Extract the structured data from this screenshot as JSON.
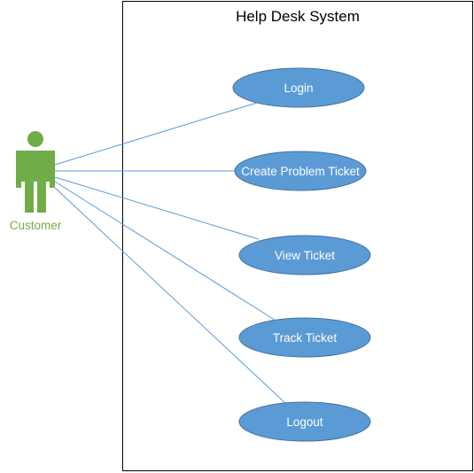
{
  "system": {
    "title": "Help Desk System"
  },
  "actor": {
    "name": "Customer",
    "color": "#70ad47"
  },
  "use_cases": [
    {
      "id": "login",
      "label": "Login"
    },
    {
      "id": "create-problem-ticket",
      "label": "Create Problem Ticket"
    },
    {
      "id": "view-ticket",
      "label": "View Ticket"
    },
    {
      "id": "track-ticket",
      "label": "Track Ticket"
    },
    {
      "id": "logout",
      "label": "Logout"
    }
  ],
  "colors": {
    "usecase_fill": "#5b9bd5",
    "usecase_stroke": "#41719c",
    "association_line": "#5b9bd5",
    "boundary": "#000000"
  }
}
